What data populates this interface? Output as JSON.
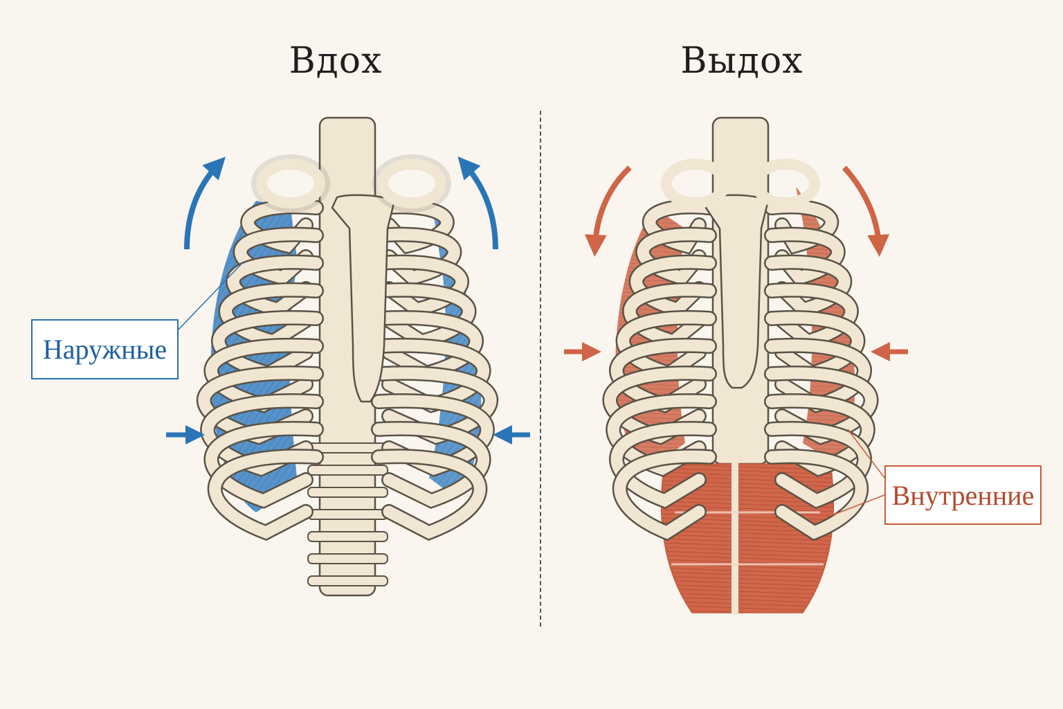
{
  "panels": {
    "inhale": {
      "title": "Вдох",
      "label": "Наружные",
      "color": "#2a75b8"
    },
    "exhale": {
      "title": "Выдох",
      "label": "Внутренние",
      "color": "#cf6446"
    }
  },
  "colors": {
    "bone": "#f0e6d2",
    "bone_outline": "#5a5246",
    "background": "#faf6ef"
  }
}
